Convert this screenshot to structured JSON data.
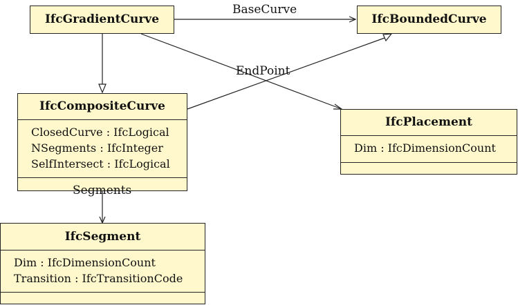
{
  "classes": {
    "gradient": {
      "name": "IfcGradientCurve"
    },
    "bounded": {
      "name": "IfcBoundedCurve"
    },
    "composite": {
      "name": "IfcCompositeCurve",
      "attributes": [
        "ClosedCurve : IfcLogical",
        "NSegments : IfcInteger",
        "SelfIntersect : IfcLogical"
      ]
    },
    "placement": {
      "name": "IfcPlacement",
      "attributes": [
        "Dim : IfcDimensionCount"
      ]
    },
    "segment": {
      "name": "IfcSegment",
      "attributes": [
        "Dim : IfcDimensionCount",
        "Transition : IfcTransitionCode"
      ]
    }
  },
  "associations": {
    "base_curve": "BaseCurve",
    "end_point": "EndPoint",
    "segments": "Segments"
  }
}
